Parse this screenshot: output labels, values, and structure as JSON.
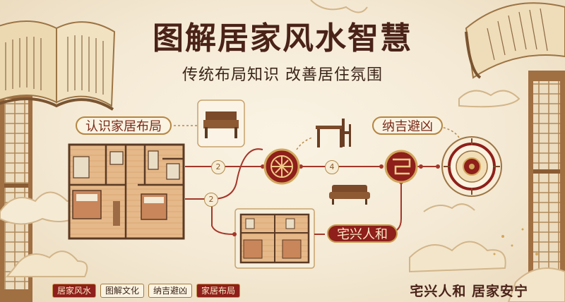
{
  "header": {
    "title": "图解居家风水智慧",
    "subtitle": "传统布局知识 改善居住氛围"
  },
  "labels": {
    "understand_layout": "认识家居布局",
    "seek_fortune": "纳吉避凶",
    "harmony": "宅兴人和"
  },
  "steps": [
    "2",
    "2",
    "4"
  ],
  "footer": {
    "tags": [
      "居家风水",
      "图解文化",
      "纳吉避凶",
      "家居布局"
    ],
    "motto": "宅兴人和 居家安宁"
  },
  "colors": {
    "accent_red": "#8e1f1a",
    "gold": "#c59a4c",
    "dark_brown": "#4a2218",
    "parchment": "#f4e9d4"
  },
  "icons": [
    "open-book-icon",
    "armchair-icon",
    "desk-chair-icon",
    "sofa-icon",
    "round-knot-medallion-icon",
    "square-knot-medallion-icon",
    "compass-luopan-icon",
    "auspicious-cloud-icon"
  ]
}
